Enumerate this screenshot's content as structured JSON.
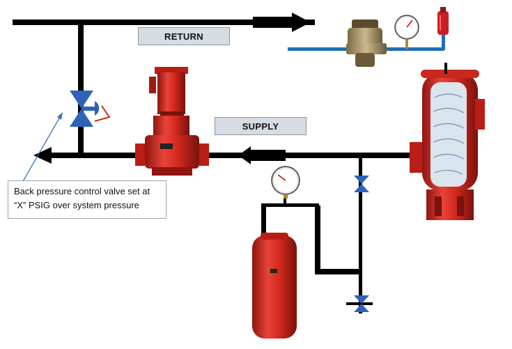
{
  "labels": {
    "return": "RETURN",
    "supply": "SUPPLY"
  },
  "callout": {
    "line1": "Back pressure control valve set at",
    "line2": "“X” PSIG over system pressure"
  },
  "colors": {
    "pipe": "#000000",
    "water_line": "#1f6fb5",
    "valve": "#2e63b8",
    "equipment_red": "#d42a1e",
    "label_fill": "#d6dce4",
    "callout_arrow": "#3a6fc4"
  },
  "components": [
    "inline-pump",
    "back-pressure-control-valve",
    "air-separator",
    "expansion-tank",
    "pressure-reducing-valve",
    "pressure-gauge",
    "air-vent",
    "isolation-valve"
  ]
}
